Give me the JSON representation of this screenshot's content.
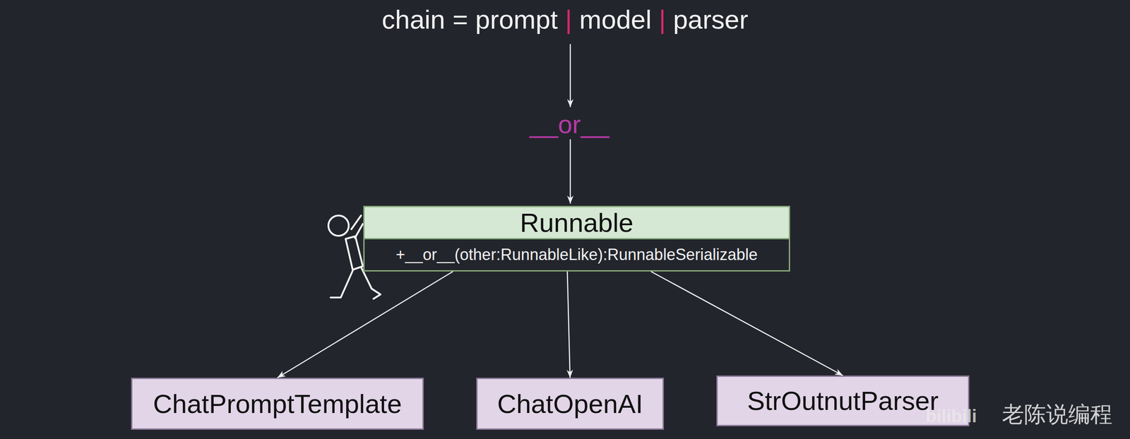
{
  "diagram": {
    "title": "chain = prompt | model | parser",
    "nodes": [
      {
        "text": [
          "Runnable",
          "+__or__(other:RunnableLike):RunnableSerializable"
        ]
      },
      {
        "text": [
          "ChatPromptTemplate"
        ]
      },
      {
        "text": [
          "ChatOpenAI"
        ]
      },
      {
        "text": [
          "StrOutnutParser"
        ]
      }
    ],
    "edges": [
      {
        "from": 0,
        "to": 1,
        "arrow": "to"
      },
      {
        "from": 0,
        "to": 2,
        "arrow": "to"
      },
      {
        "from": 0,
        "to": 3,
        "arrow": "to"
      }
    ],
    "labels": [
      "__or__",
      "bilibili",
      "老陈说编程"
    ]
  }
}
